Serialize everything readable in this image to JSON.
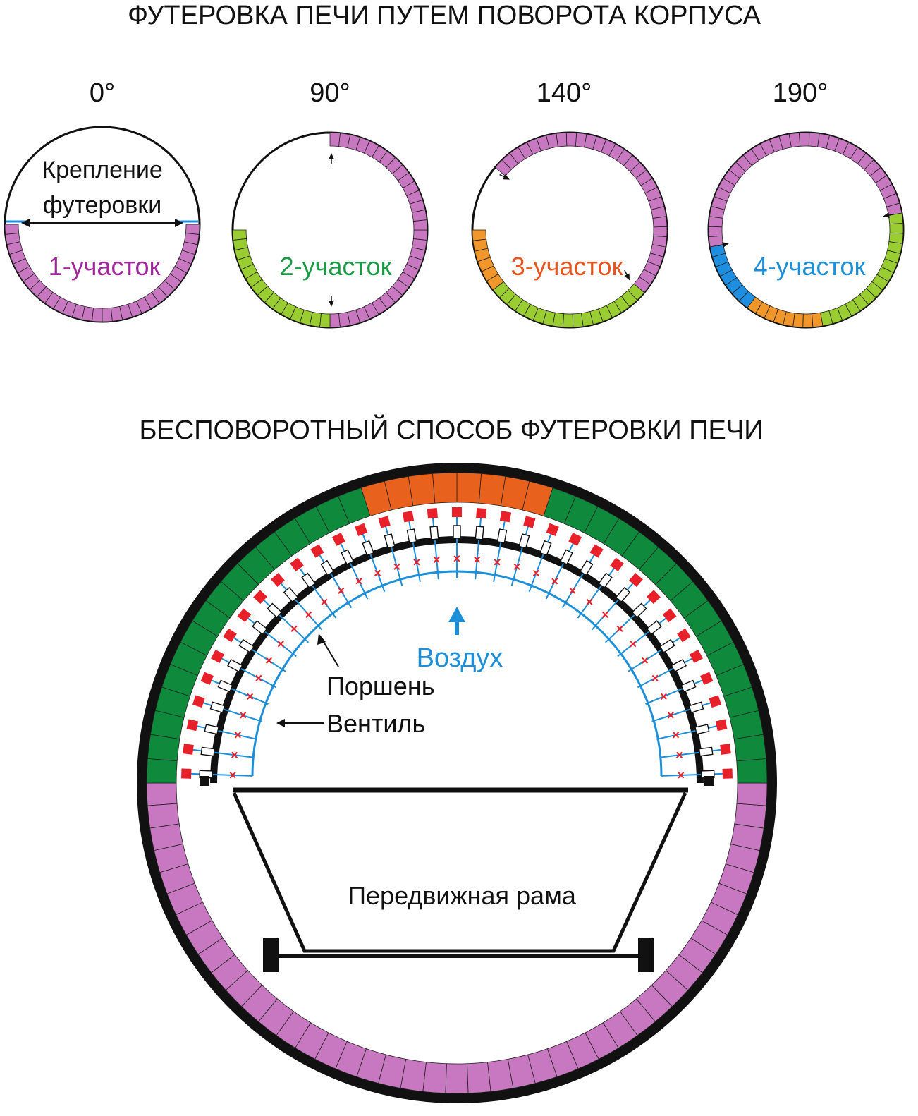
{
  "title_top": "ФУТЕРОВКА  ПЕЧИ  ПУТЕМ  ПОВОРОТА  КОРПУСА",
  "title_bottom": "БЕСПОВОРОТНЫЙ СПОСОБ ФУТЕРОВКИ ПЕЧИ",
  "stages": [
    {
      "angle": "0°",
      "section": "1-участок",
      "section_color": "#a0279b"
    },
    {
      "angle": "90°",
      "section": "2-участок",
      "section_color": "#1a9a45"
    },
    {
      "angle": "140°",
      "section": "3-участок",
      "section_color": "#e8541d"
    },
    {
      "angle": "190°",
      "section": "4-участок",
      "section_color": "#1c8fd8"
    }
  ],
  "fastening_label_line1": "Крепление",
  "fastening_label_line2": "футеровки",
  "air_label": "Воздух",
  "piston_label": "Поршень",
  "valve_label": "Вентиль",
  "frame_label": "Передвижная рама",
  "colors": {
    "purple": "#c878c0",
    "green_light": "#9acd32",
    "orange": "#f0962a",
    "blue": "#1e8fe0",
    "green_dark": "#0f8a3c",
    "orange_dark": "#e8621e",
    "red": "#e8202a",
    "air_blue": "#1c8fd8"
  }
}
